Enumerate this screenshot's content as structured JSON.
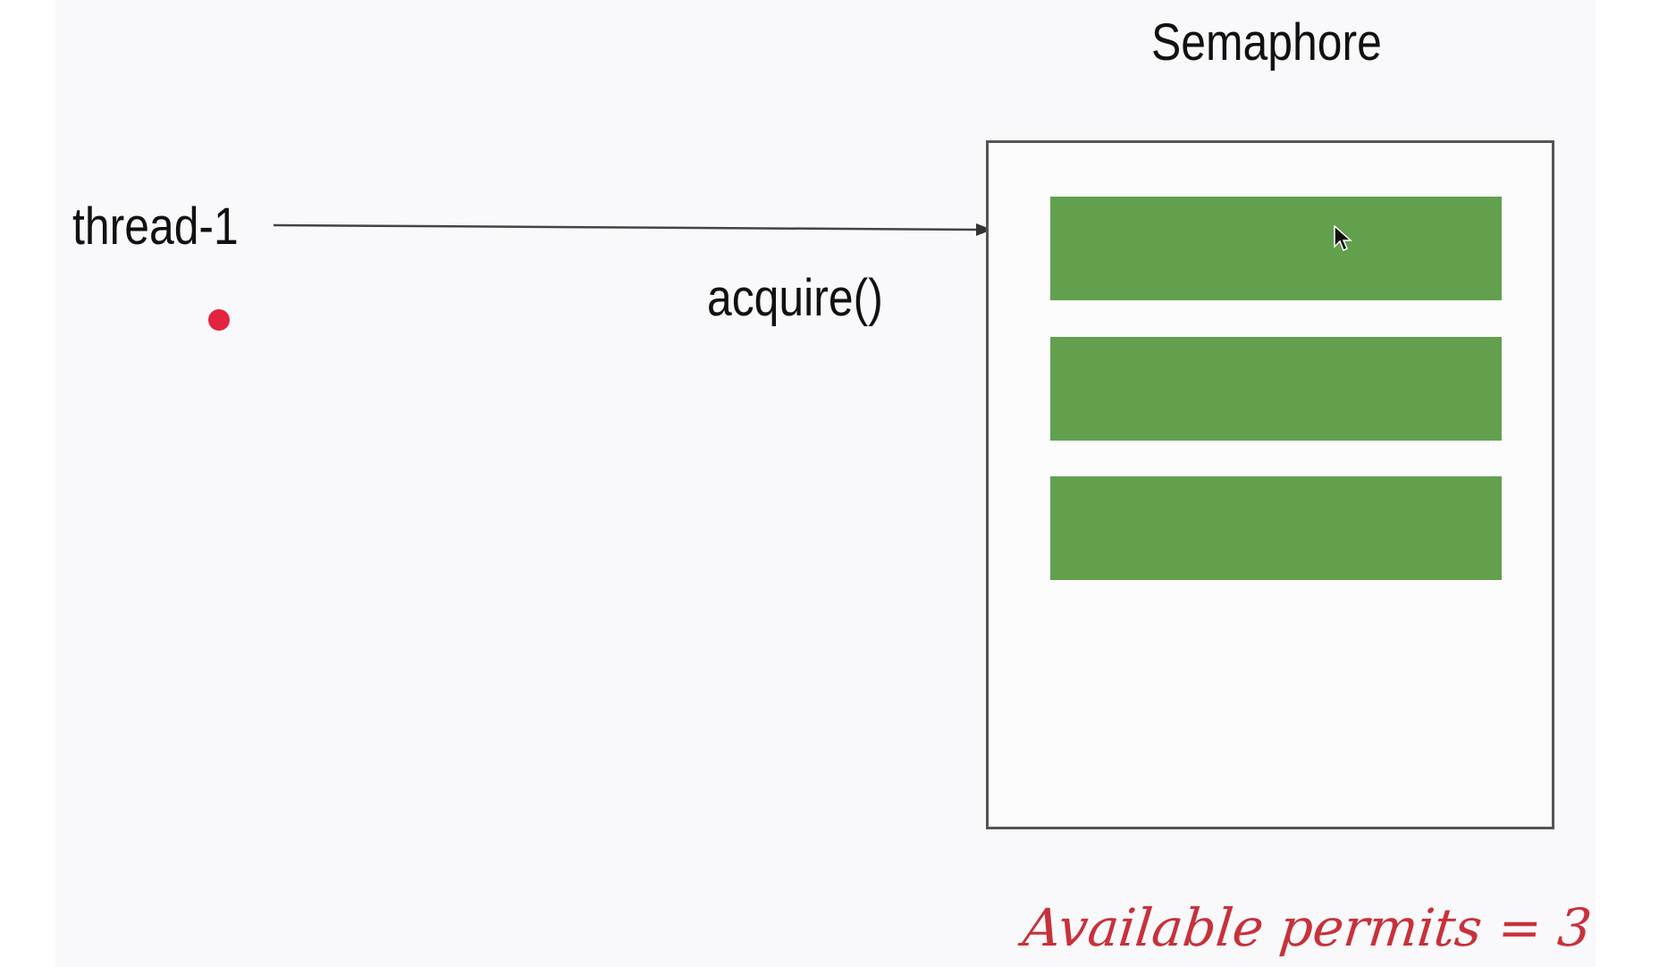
{
  "diagram": {
    "title": "Semaphore",
    "thread_label": "thread-1",
    "method_label": "acquire()",
    "available_permits_text": "Available permits = 3",
    "permits": [
      {
        "color": "#62a04e"
      },
      {
        "color": "#62a04e"
      },
      {
        "color": "#62a04e"
      }
    ],
    "colors": {
      "permit": "#62a04e",
      "note": "#c8313a",
      "dot": "#e2243f",
      "box_border": "#555555",
      "text": "#111111"
    },
    "icons": [
      "cursor-arrow-icon",
      "indicator-dot"
    ]
  }
}
